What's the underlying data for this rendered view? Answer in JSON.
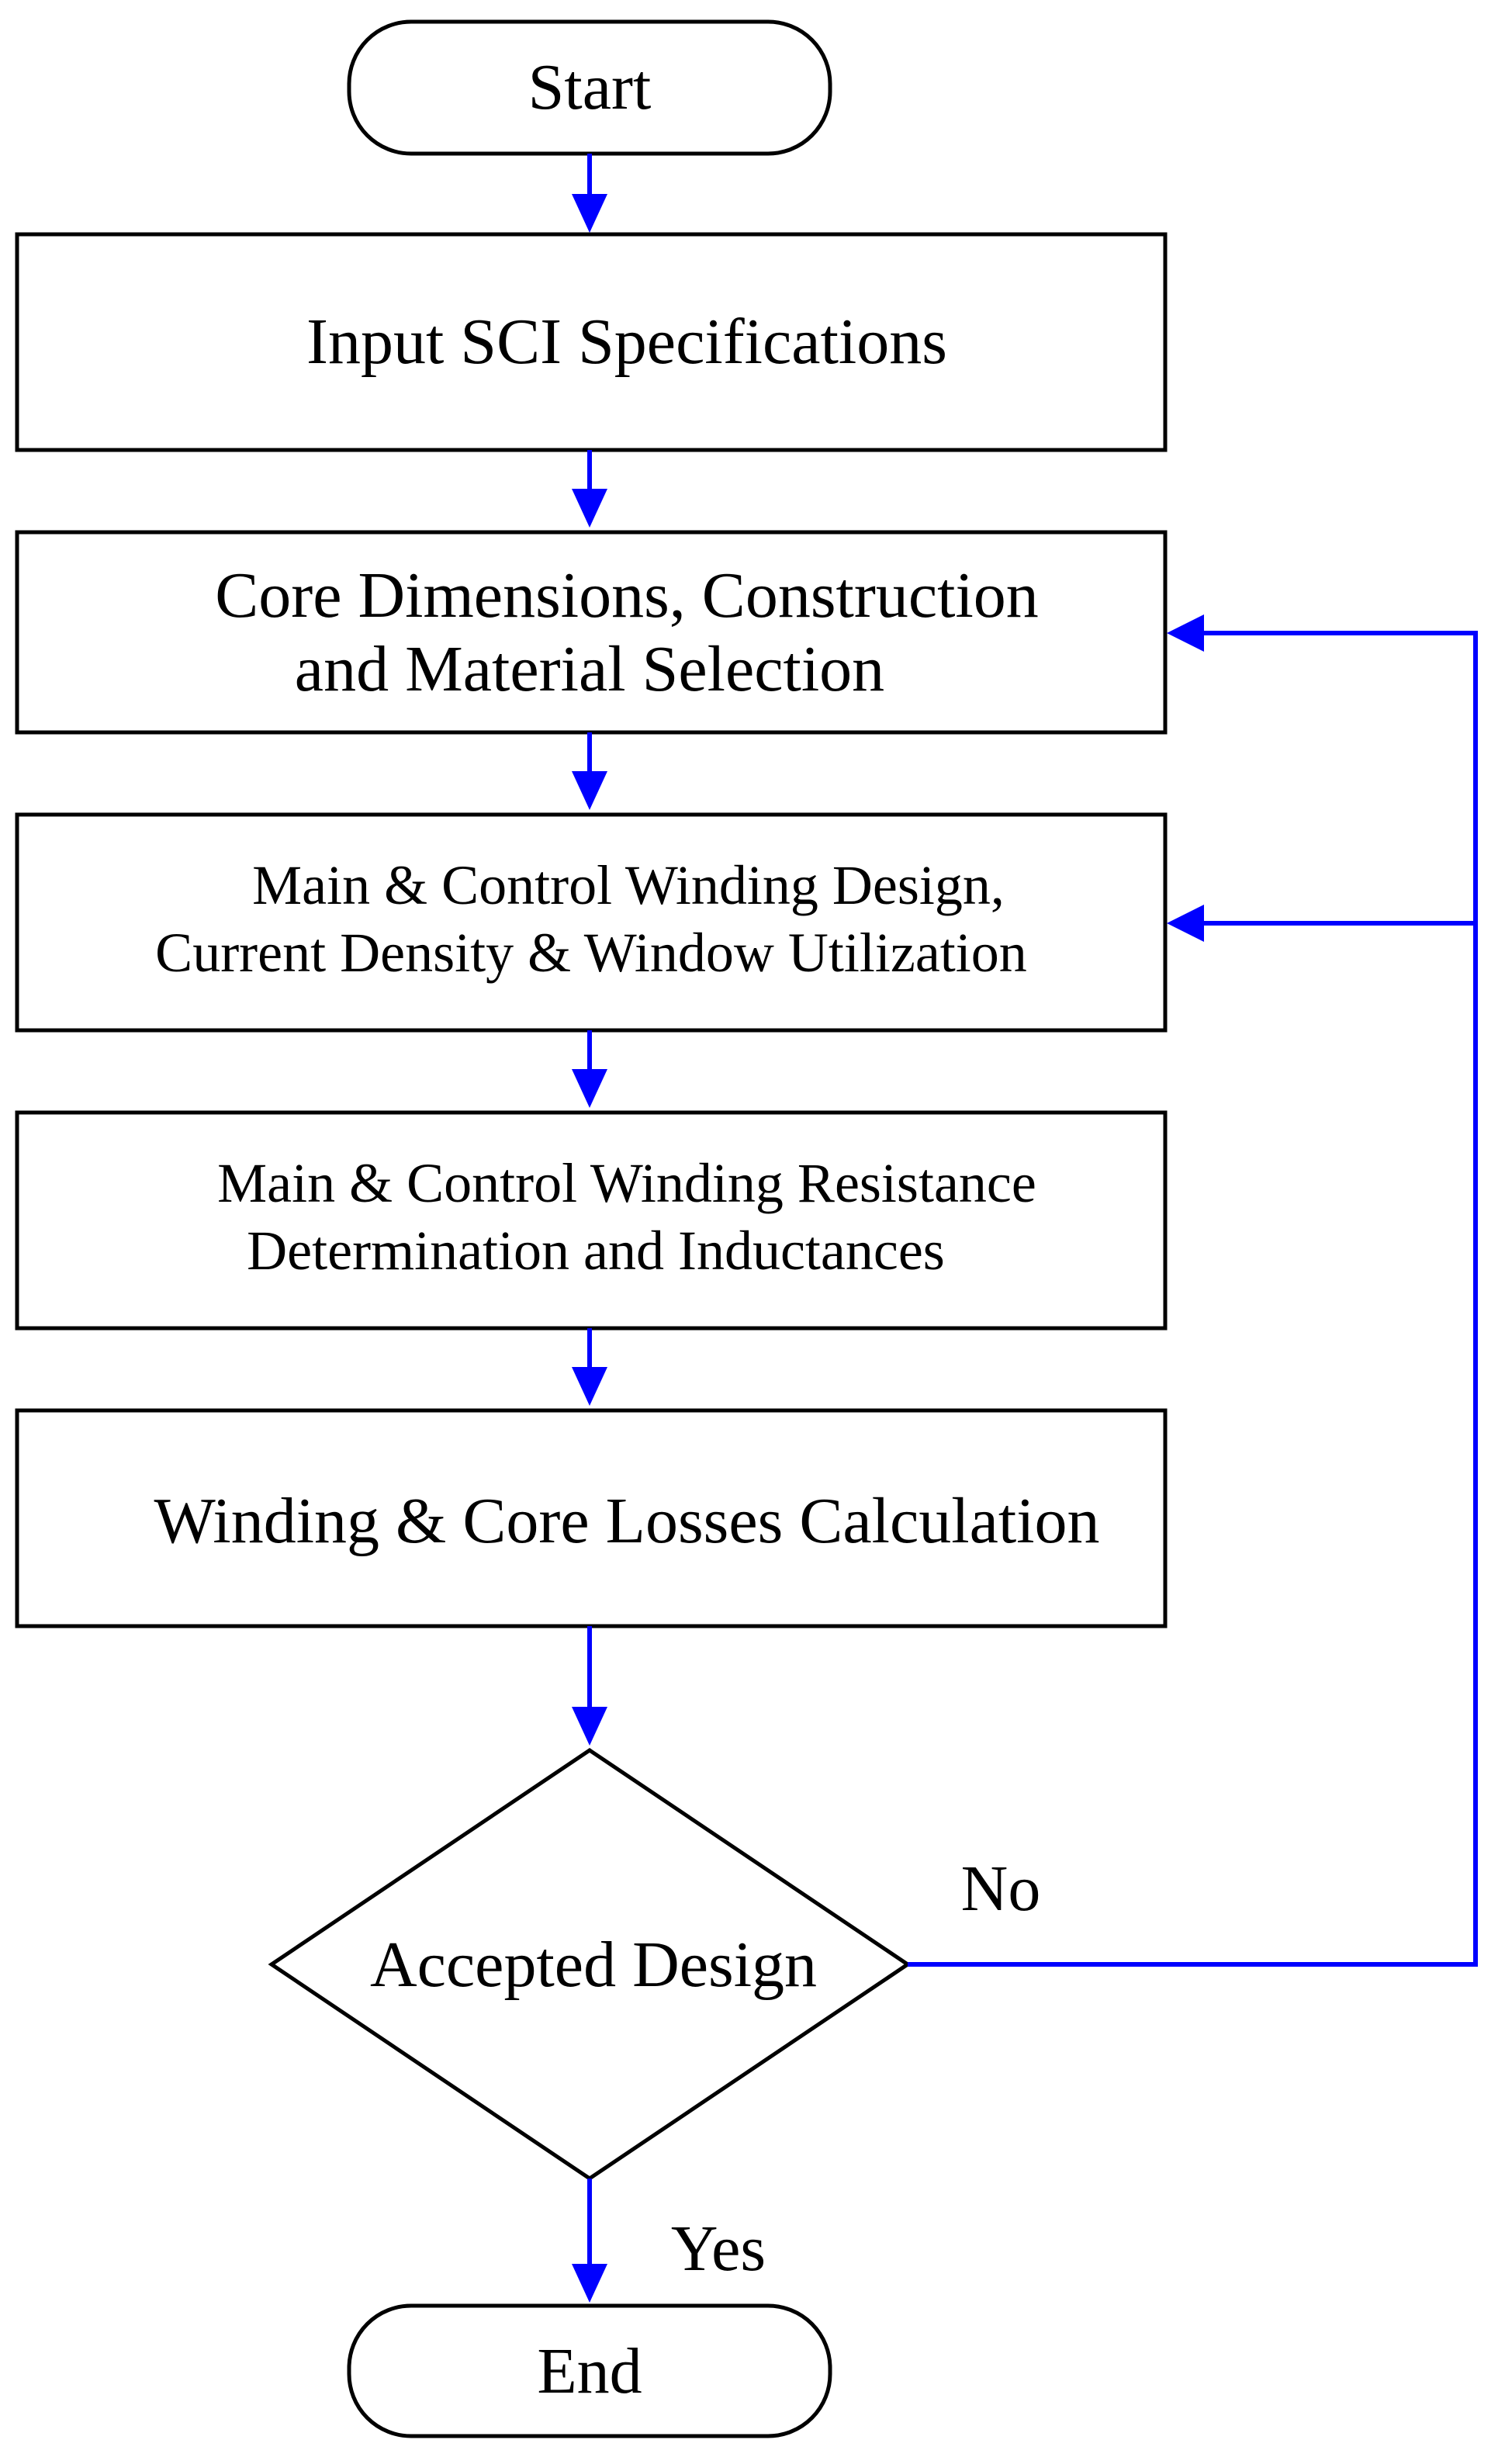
{
  "colors": {
    "connector": "#0000ff",
    "stroke": "#000000",
    "background": "#ffffff"
  },
  "flowchart": {
    "start": "Start",
    "steps": [
      {
        "lines": [
          "Input SCI Specifications"
        ]
      },
      {
        "lines": [
          "Core Dimensions, Construction",
          "and Material Selection"
        ]
      },
      {
        "lines": [
          "Main & Control Winding Design,",
          "Current Density & Window Utilization"
        ]
      },
      {
        "lines": [
          "Main & Control Winding Resistance",
          "Determination and Inductances"
        ]
      },
      {
        "lines": [
          "Winding & Core Losses Calculation"
        ]
      }
    ],
    "decision": "Accepted Design",
    "no_label": "No",
    "yes_label": "Yes",
    "end": "End"
  }
}
